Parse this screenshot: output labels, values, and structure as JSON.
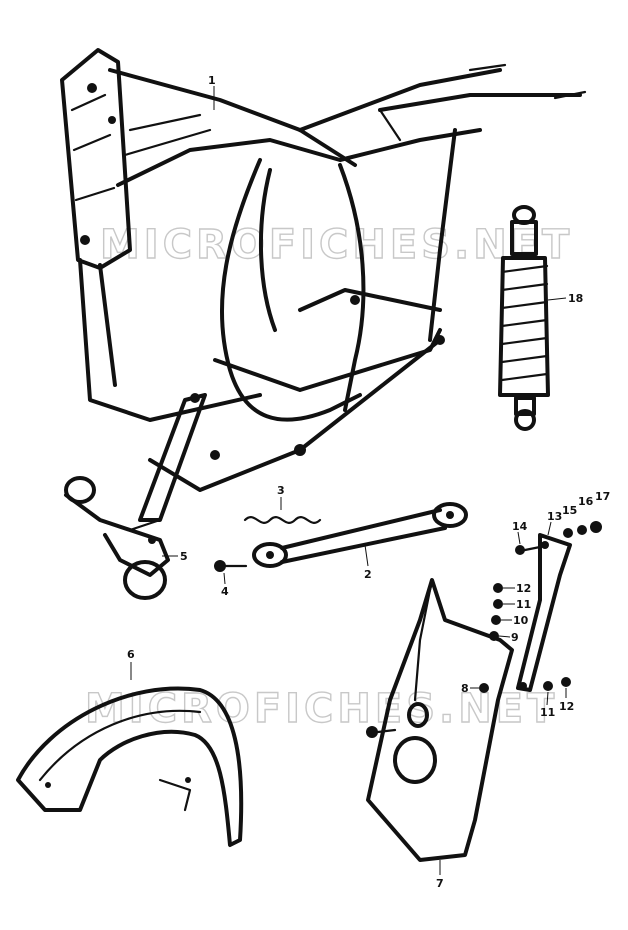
{
  "watermark": {
    "text": "MICROFICHES.NET"
  },
  "callouts": {
    "frame_tube": "1",
    "footrest_bar": "2",
    "spring": "3",
    "bolt_4": "4",
    "steering_clamp": "5",
    "front_fender": "6",
    "leg_shield": "7",
    "washer_8": "8",
    "washer_9": "9",
    "washer_10": "10",
    "washer_11a": "11",
    "nut_12a": "12",
    "bracket_13": "13",
    "bolt_14": "14",
    "washer_15": "15",
    "washer_16": "16",
    "nut_17": "17",
    "shock_absorber": "18",
    "washer_11b": "11",
    "nut_12b": "12"
  },
  "colors": {
    "ink": "#111111",
    "paper": "#ffffff",
    "watermark": "#c8c8c8"
  }
}
